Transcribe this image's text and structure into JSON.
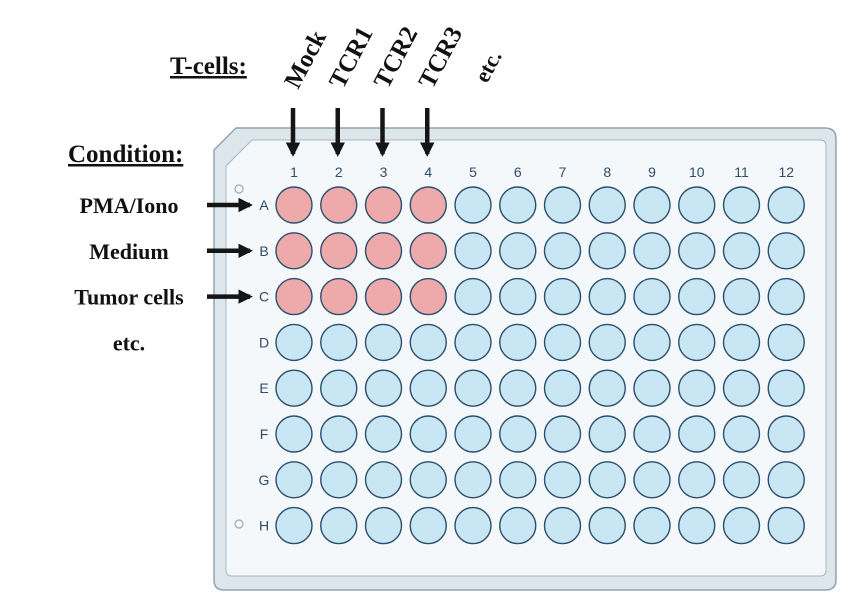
{
  "header": {
    "tcells_title": "T-cells:",
    "condition_title": "Condition:"
  },
  "tcells": [
    "Mock",
    "TCR1",
    "TCR2",
    "TCR3",
    "etc."
  ],
  "conditions": [
    "PMA/Iono",
    "Medium",
    "Tumor cells",
    "etc."
  ],
  "plate": {
    "columns": [
      "1",
      "2",
      "3",
      "4",
      "5",
      "6",
      "7",
      "8",
      "9",
      "10",
      "11",
      "12"
    ],
    "rows": [
      "A",
      "B",
      "C",
      "D",
      "E",
      "F",
      "G",
      "H"
    ],
    "highlighted_rows": 3,
    "highlighted_columns": 4
  },
  "colors": {
    "well_default": "#c9e6f5",
    "well_highlight": "#eeaaaa",
    "well_stroke": "#2b4f6c",
    "plate_fill": "#dde6eb",
    "plate_inner": "#f5f8fa",
    "plate_stroke": "#8fa4b3",
    "arrow": "#151515"
  }
}
